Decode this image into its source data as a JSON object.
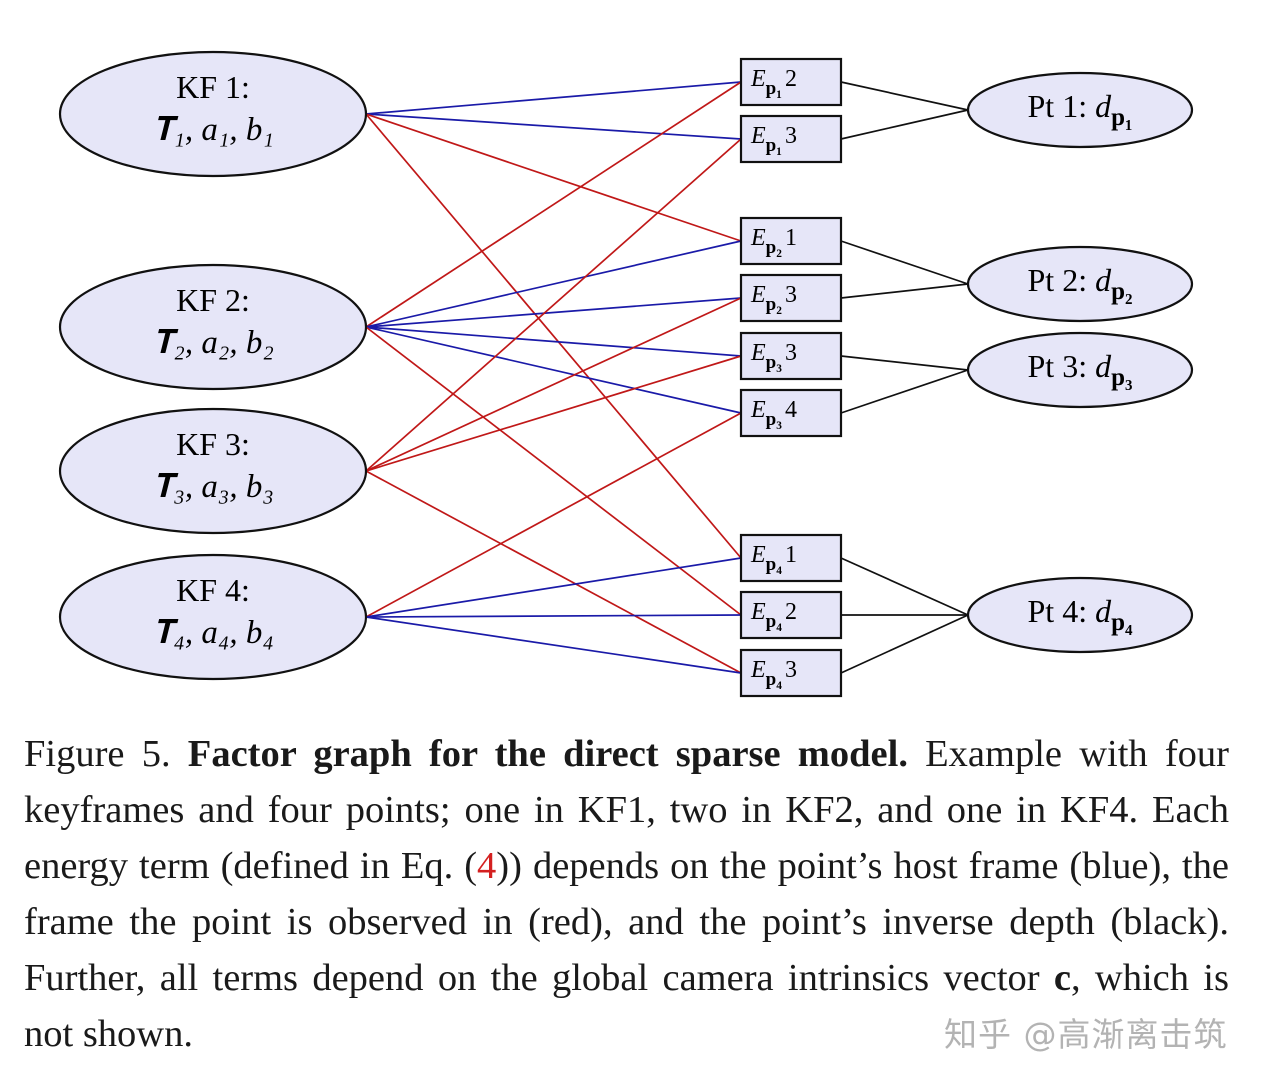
{
  "keyframes": [
    {
      "label": "KF 1:",
      "params": "𝐓₁, a₁, b₁"
    },
    {
      "label": "KF 2:",
      "params": "𝐓₂, a₂, b₂"
    },
    {
      "label": "KF 3:",
      "params": "𝐓₃, a₃, b₃"
    },
    {
      "label": "KF 4:",
      "params": "𝐓₄, a₄, b₄"
    }
  ],
  "factors": [
    {
      "sym": "E",
      "sub": "p₁",
      "frame": "2"
    },
    {
      "sym": "E",
      "sub": "p₁",
      "frame": "3"
    },
    {
      "sym": "E",
      "sub": "p₂",
      "frame": "1"
    },
    {
      "sym": "E",
      "sub": "p₂",
      "frame": "3"
    },
    {
      "sym": "E",
      "sub": "p₃",
      "frame": "3"
    },
    {
      "sym": "E",
      "sub": "p₃",
      "frame": "4"
    },
    {
      "sym": "E",
      "sub": "p₄",
      "frame": "1"
    },
    {
      "sym": "E",
      "sub": "p₄",
      "frame": "2"
    },
    {
      "sym": "E",
      "sub": "p₄",
      "frame": "3"
    }
  ],
  "points": [
    {
      "label": "Pt 1: ",
      "sym": "d",
      "sub": "p₁"
    },
    {
      "label": "Pt 2: ",
      "sym": "d",
      "sub": "p₂"
    },
    {
      "label": "Pt 3: ",
      "sym": "d",
      "sub": "p₃"
    },
    {
      "label": "Pt 4: ",
      "sym": "d",
      "sub": "p₄"
    }
  ],
  "edges": [
    {
      "kf": 0,
      "factor": 0,
      "kind": "host"
    },
    {
      "kf": 0,
      "factor": 1,
      "kind": "host"
    },
    {
      "kf": 0,
      "factor": 2,
      "kind": "observed"
    },
    {
      "kf": 0,
      "factor": 6,
      "kind": "observed"
    },
    {
      "kf": 1,
      "factor": 0,
      "kind": "observed"
    },
    {
      "kf": 1,
      "factor": 2,
      "kind": "host"
    },
    {
      "kf": 1,
      "factor": 3,
      "kind": "host"
    },
    {
      "kf": 1,
      "factor": 4,
      "kind": "host"
    },
    {
      "kf": 1,
      "factor": 5,
      "kind": "host"
    },
    {
      "kf": 1,
      "factor": 7,
      "kind": "observed"
    },
    {
      "kf": 2,
      "factor": 1,
      "kind": "observed"
    },
    {
      "kf": 2,
      "factor": 3,
      "kind": "observed"
    },
    {
      "kf": 2,
      "factor": 4,
      "kind": "observed"
    },
    {
      "kf": 2,
      "factor": 8,
      "kind": "observed"
    },
    {
      "kf": 3,
      "factor": 5,
      "kind": "observed"
    },
    {
      "kf": 3,
      "factor": 6,
      "kind": "host"
    },
    {
      "kf": 3,
      "factor": 7,
      "kind": "host"
    },
    {
      "kf": 3,
      "factor": 8,
      "kind": "host"
    }
  ],
  "depth_edges": [
    {
      "factor": 0,
      "point": 0
    },
    {
      "factor": 1,
      "point": 0
    },
    {
      "factor": 2,
      "point": 1
    },
    {
      "factor": 3,
      "point": 1
    },
    {
      "factor": 4,
      "point": 2
    },
    {
      "factor": 5,
      "point": 2
    },
    {
      "factor": 6,
      "point": 3
    },
    {
      "factor": 7,
      "point": 3
    },
    {
      "factor": 8,
      "point": 3
    }
  ],
  "colors": {
    "host": "#1a1aa8",
    "observed": "#c01818",
    "depth": "#111111",
    "node_fill": "#e6e6f8",
    "reference": "#d42020"
  },
  "caption": {
    "prefix": "Figure 5. ",
    "title": "Factor graph for the direct sparse model.",
    "text_before_ref": "Example with four keyframes and four points; one in KF1, two in KF2, and one in KF4. Each energy term (defined in Eq. (",
    "ref": "4",
    "text_after_ref": ")) depends on the point’s host frame (blue), the frame the point is observed in (red), and the point’s inverse depth (black). Further, all terms depend on the global camera intrinsics vector ",
    "vector_symbol": "c",
    "text_end": ", which is not shown."
  },
  "watermark": "知乎 @高渐离击筑"
}
